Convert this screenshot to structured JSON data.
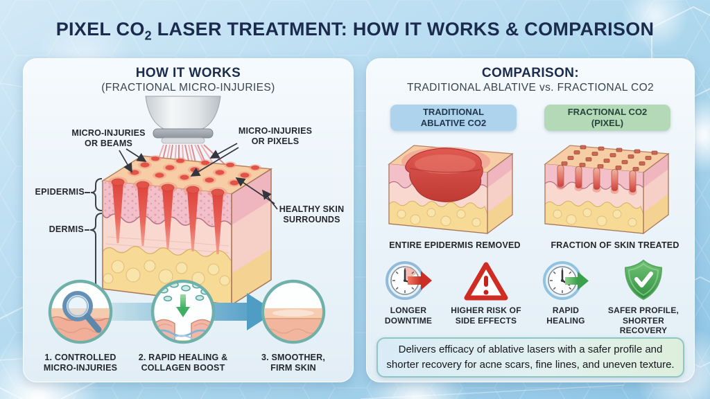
{
  "title": {
    "part1": "PIXEL CO",
    "sub": "2",
    "part2": " LASER TREATMENT: HOW IT WORKS & COMPARISON"
  },
  "left_panel": {
    "title": "HOW IT WORKS",
    "subtitle": "(FRACTIONAL MICRO-INJURIES)",
    "diagram_labels": {
      "beams": "MICRO-INJURIES\nOR BEAMS",
      "pixels": "MICRO-INJURIES\nOR PIXELS",
      "epidermis": "EPIDERMIS",
      "dermis": "DERMIS",
      "healthy": "HEALTHY SKIN\nSURROUNDS"
    },
    "steps": [
      {
        "icon": "magnifier-skin-icon",
        "label": "1. CONTROLLED\nMICRO-INJURIES"
      },
      {
        "icon": "cells-collagen-icon",
        "label": "2. RAPID HEALING &\nCOLLAGEN BOOST"
      },
      {
        "icon": "smooth-skin-icon",
        "label": "3. SMOOTHER,\nFIRM SKIN"
      }
    ]
  },
  "right_panel": {
    "title": "COMPARISON:",
    "subtitle": "TRADITIONAL ABLATIVE vs. FRACTIONAL CO2",
    "columns": [
      {
        "header": "TRADITIONAL\nABLATIVE CO2",
        "header_color": "#aed3ec",
        "caption": "ENTIRE EPIDERMIS REMOVED"
      },
      {
        "header": "FRACTIONAL CO2\n(PIXEL)",
        "header_color": "#b4d9b6",
        "caption": "FRACTION OF SKIN TREATED"
      }
    ],
    "findings": [
      {
        "icon": "clock-red-arrow-icon",
        "label": "LONGER\nDOWNTIME"
      },
      {
        "icon": "warning-triangle-icon",
        "label": "HIGHER RISK OF\nSIDE EFFECTS"
      },
      {
        "icon": "clock-green-arrow-icon",
        "label": "RAPID\nHEALING"
      },
      {
        "icon": "shield-check-icon",
        "label": "SAFER PROFILE,\nSHORTER RECOVERY"
      }
    ],
    "note": "Delivers efficacy of ablative lasers with a safer profile and\nshorter recovery for acne scars, fine lines, and uneven texture."
  },
  "colors": {
    "background_blue": "#a8d4ec",
    "title_navy": "#1b2b4e",
    "panel_bg": "#eef5fa",
    "pill_blue": "#aed3ec",
    "pill_green": "#b4d9b6",
    "laser_red": "#e04a42",
    "skin_top": "#f7cda6",
    "epidermis_pink": "#f3bfc8",
    "dermis_pink": "#f9d8d0",
    "fat_yellow": "#f6da96",
    "teal_accent": "#6fb0a9",
    "note_border": "#8ec6c1",
    "warning_red": "#cf2d24",
    "shield_green": "#3aa04b"
  }
}
